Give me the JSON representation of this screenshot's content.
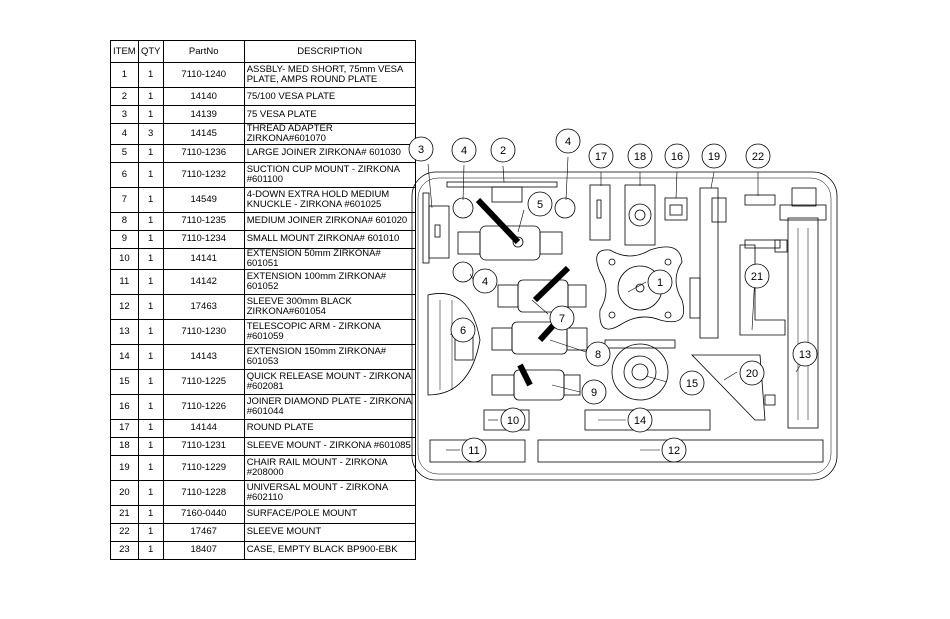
{
  "bom": {
    "headers": [
      "ITEM",
      "QTY",
      "PartNo",
      "DESCRIPTION"
    ],
    "rows": [
      {
        "item": "1",
        "qty": "1",
        "part": "7110-1240",
        "desc": "ASSBLY- MED SHORT, 75mm VESA PLATE, AMPS ROUND PLATE"
      },
      {
        "item": "2",
        "qty": "1",
        "part": "14140",
        "desc": "75/100 VESA PLATE"
      },
      {
        "item": "3",
        "qty": "1",
        "part": "14139",
        "desc": "75 VESA PLATE"
      },
      {
        "item": "4",
        "qty": "3",
        "part": "14145",
        "desc": "THREAD ADAPTER ZIRKONA#601070"
      },
      {
        "item": "5",
        "qty": "1",
        "part": "7110-1236",
        "desc": "LARGE JOINER ZIRKONA# 601030"
      },
      {
        "item": "6",
        "qty": "1",
        "part": "7110-1232",
        "desc": "SUCTION CUP MOUNT - ZIRKONA #601100"
      },
      {
        "item": "7",
        "qty": "1",
        "part": "14549",
        "desc": "4-DOWN EXTRA HOLD MEDIUM KNUCKLE - ZIRKONA #601025"
      },
      {
        "item": "8",
        "qty": "1",
        "part": "7110-1235",
        "desc": "MEDIUM JOINER ZIRKONA# 601020"
      },
      {
        "item": "9",
        "qty": "1",
        "part": "7110-1234",
        "desc": "SMALL MOUNT ZIRKONA# 601010"
      },
      {
        "item": "10",
        "qty": "1",
        "part": "14141",
        "desc": "EXTENSION 50mm ZIRKONA# 601051"
      },
      {
        "item": "11",
        "qty": "1",
        "part": "14142",
        "desc": "EXTENSION 100mm ZIRKONA# 601052"
      },
      {
        "item": "12",
        "qty": "1",
        "part": "17463",
        "desc": "SLEEVE 300mm BLACK ZIRKONA#601054"
      },
      {
        "item": "13",
        "qty": "1",
        "part": "7110-1230",
        "desc": "TELESCOPIC ARM - ZIRKONA #601059"
      },
      {
        "item": "14",
        "qty": "1",
        "part": "14143",
        "desc": "EXTENSION 150mm ZIRKONA# 601053"
      },
      {
        "item": "15",
        "qty": "1",
        "part": "7110-1225",
        "desc": "QUICK RELEASE MOUNT - ZIRKONA #602081"
      },
      {
        "item": "16",
        "qty": "1",
        "part": "7110-1226",
        "desc": "JOINER DIAMOND PLATE - ZIRKONA #601044"
      },
      {
        "item": "17",
        "qty": "1",
        "part": "14144",
        "desc": "ROUND PLATE"
      },
      {
        "item": "18",
        "qty": "1",
        "part": "7110-1231",
        "desc": "SLEEVE MOUNT - ZIRKONA #601085"
      },
      {
        "item": "19",
        "qty": "1",
        "part": "7110-1229",
        "desc": "CHAIR RAIL MOUNT - ZIRKONA #208000"
      },
      {
        "item": "20",
        "qty": "1",
        "part": "7110-1228",
        "desc": "UNIVERSAL MOUNT - ZIRKONA #602110"
      },
      {
        "item": "21",
        "qty": "1",
        "part": "7160-0440",
        "desc": "SURFACE/POLE MOUNT"
      },
      {
        "item": "22",
        "qty": "1",
        "part": "17467",
        "desc": "SLEEVE MOUNT"
      },
      {
        "item": "23",
        "qty": "1",
        "part": "18407",
        "desc": "CASE, EMPTY BLACK BP900-EBK"
      }
    ]
  },
  "balloons": [
    {
      "num": "1"
    },
    {
      "num": "2"
    },
    {
      "num": "3"
    },
    {
      "num": "4"
    },
    {
      "num": "4"
    },
    {
      "num": "4"
    },
    {
      "num": "5"
    },
    {
      "num": "6"
    },
    {
      "num": "7"
    },
    {
      "num": "8"
    },
    {
      "num": "9"
    },
    {
      "num": "10"
    },
    {
      "num": "11"
    },
    {
      "num": "12"
    },
    {
      "num": "13"
    },
    {
      "num": "14"
    },
    {
      "num": "15"
    },
    {
      "num": "16"
    },
    {
      "num": "17"
    },
    {
      "num": "18"
    },
    {
      "num": "19"
    },
    {
      "num": "20"
    },
    {
      "num": "21"
    },
    {
      "num": "22"
    }
  ]
}
